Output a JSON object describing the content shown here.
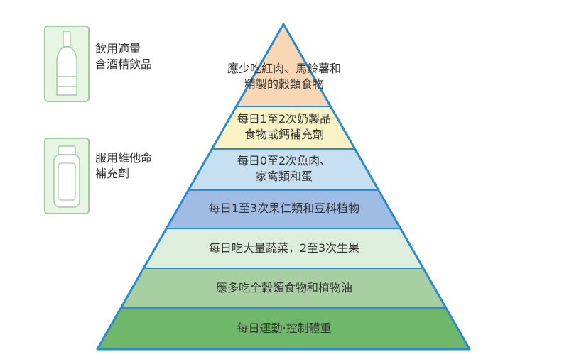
{
  "pyramid": {
    "tiers": [
      {
        "lines": [
          "應少吃紅肉、馬鈴薯和",
          "精製的穀類食物"
        ],
        "color": "#f9d6b4"
      },
      {
        "lines": [
          "每日1至2次奶製品",
          "食物或鈣補充劑"
        ],
        "color": "#f8f2c4"
      },
      {
        "lines": [
          "每日0至2次魚肉、",
          "家禽類和蛋"
        ],
        "color": "#c6dff1"
      },
      {
        "lines": [
          "每日1至3次果仁類和豆科植物"
        ],
        "color": "#9fbce4"
      },
      {
        "lines": [
          "每日吃大量蔬菜，2至3次生果"
        ],
        "color": "#ddeedd"
      },
      {
        "lines": [
          "應多吃全穀類食物和植物油"
        ],
        "color": "#a8cfa2"
      },
      {
        "lines": [
          "每日運動‧控制體重"
        ],
        "color": "#6fb86a"
      }
    ],
    "outline_color": "#2a8bd0"
  },
  "side_notes": [
    {
      "icon": "wine-bottle-icon",
      "lines": [
        "飲用適量",
        "含酒精飲品"
      ]
    },
    {
      "icon": "supplement-bottle-icon",
      "lines": [
        "服用維他命",
        "補充劑"
      ]
    }
  ]
}
